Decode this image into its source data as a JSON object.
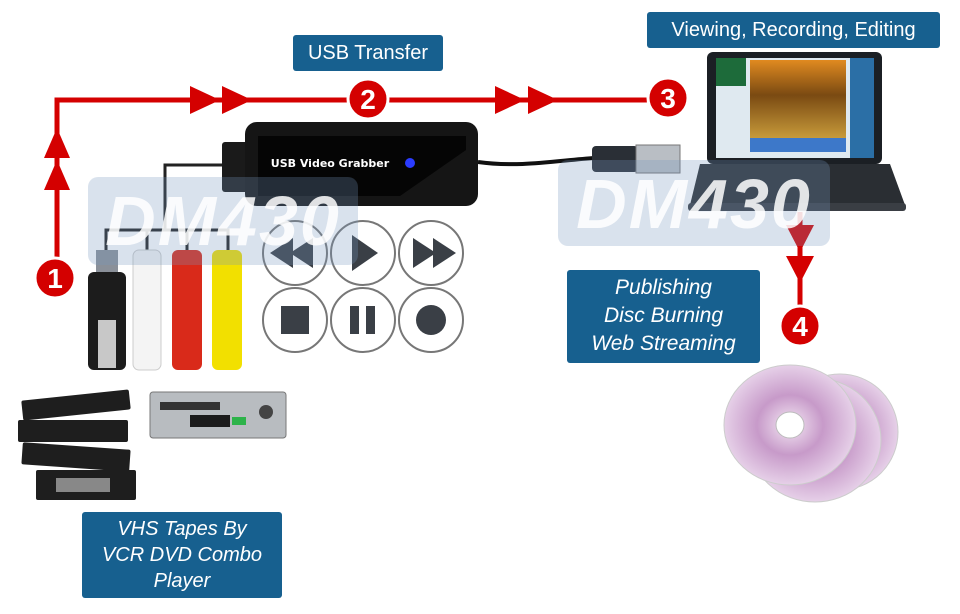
{
  "labels": {
    "usb_transfer": "USB Transfer",
    "viewing": "Viewing, Recording, Editing",
    "publishing": [
      "Publishing",
      "Disc Burning",
      "Web Streaming"
    ],
    "vhs": [
      "VHS Tapes By",
      "VCR DVD Combo",
      "Player"
    ]
  },
  "device": {
    "name": "USB Video Grabber"
  },
  "watermark": "DM430",
  "steps": [
    "1",
    "2",
    "3",
    "4"
  ],
  "colors": {
    "flow_red": "#d40000",
    "label_blue": "#17608f",
    "led_blue": "#2b3cff"
  },
  "controls": [
    "rewind-icon",
    "play-icon",
    "fast-forward-icon",
    "stop-icon",
    "pause-icon",
    "record-icon"
  ]
}
